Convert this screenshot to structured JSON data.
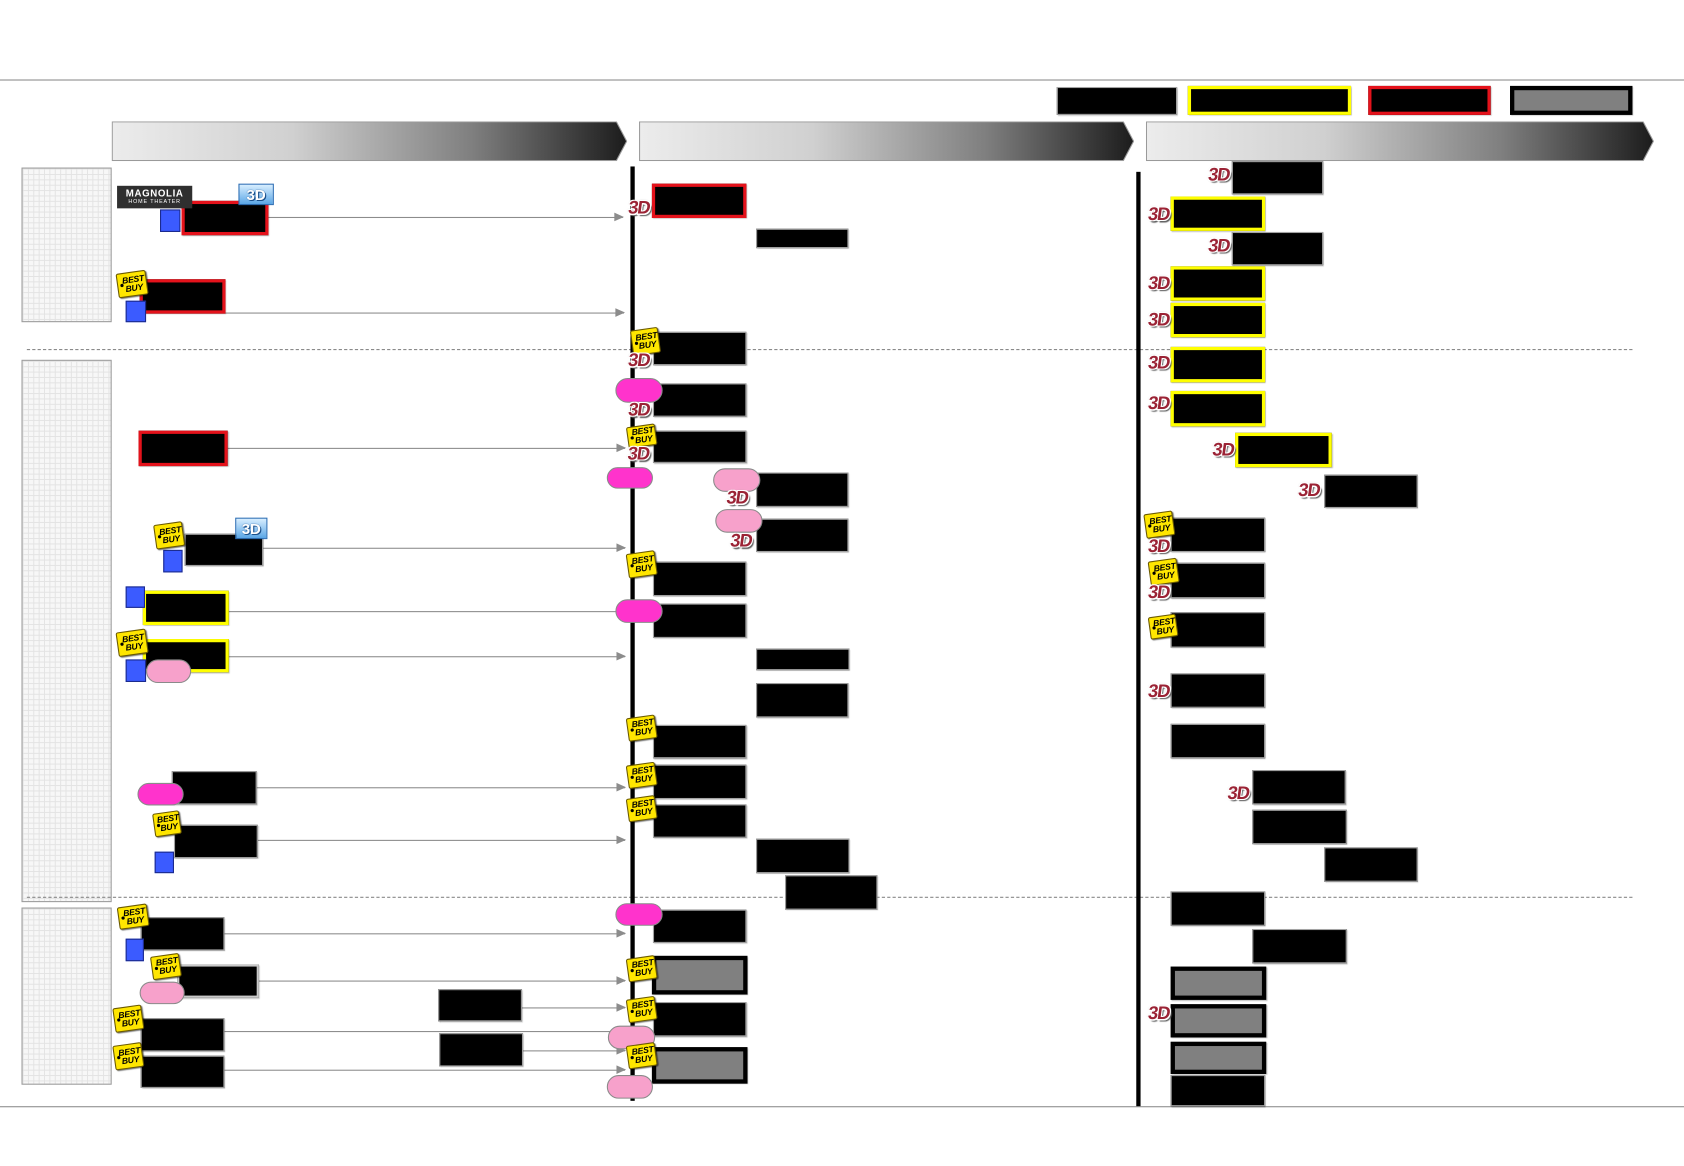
{
  "logos": {
    "magnolia_name": "MAGNOLIA",
    "magnolia_tagline": "HOME THEATER",
    "best_buy_line1": "BEST",
    "best_buy_line2": "BUY",
    "three_d": "3D"
  },
  "icons": {
    "magnolia": "magnolia-logo-icon",
    "best_buy": "best-buy-logo-icon",
    "three_d": "3d-logo-icon",
    "marker": "blue-marker-icon"
  },
  "colors": {
    "redacted_fill": "#000000",
    "red_outline": "#e4121b",
    "yellow_outline": "#ffff00",
    "gray_fill": "#808080",
    "magenta_tag": "#ff33cc",
    "pink_tag": "#f7a1cb",
    "blue_marker": "#3b5bff",
    "best_buy_yellow": "#ffe600",
    "three_d_red": "#9b2335",
    "three_d_blue": "#5aa6e6"
  }
}
